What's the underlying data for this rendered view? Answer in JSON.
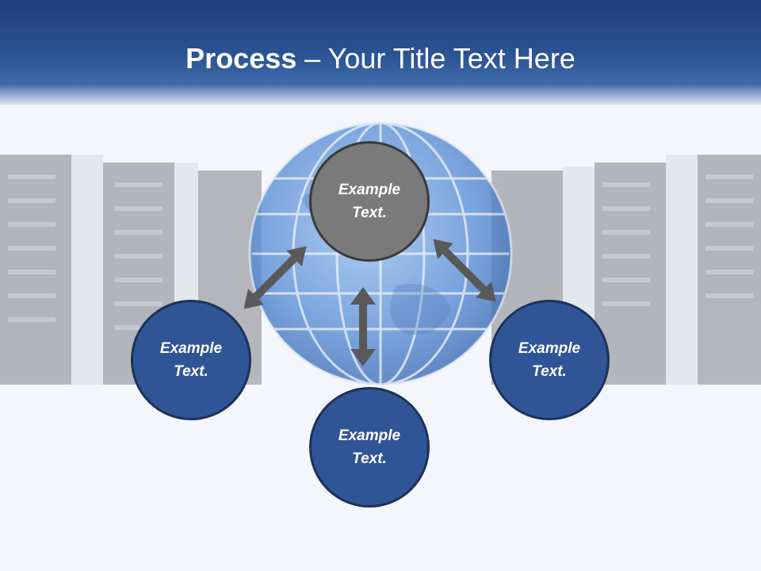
{
  "title": {
    "bold": "Process",
    "dash": " – ",
    "rest": "Your Title Text Here"
  },
  "nodes": {
    "top": "Example Text.",
    "left": "Example Text.",
    "right": "Example Text.",
    "bottom": "Example Text."
  },
  "colors": {
    "header": "#2b5595",
    "node_blue": "#2f5597",
    "node_gray": "#7a7a7a",
    "arrow": "#595959"
  }
}
